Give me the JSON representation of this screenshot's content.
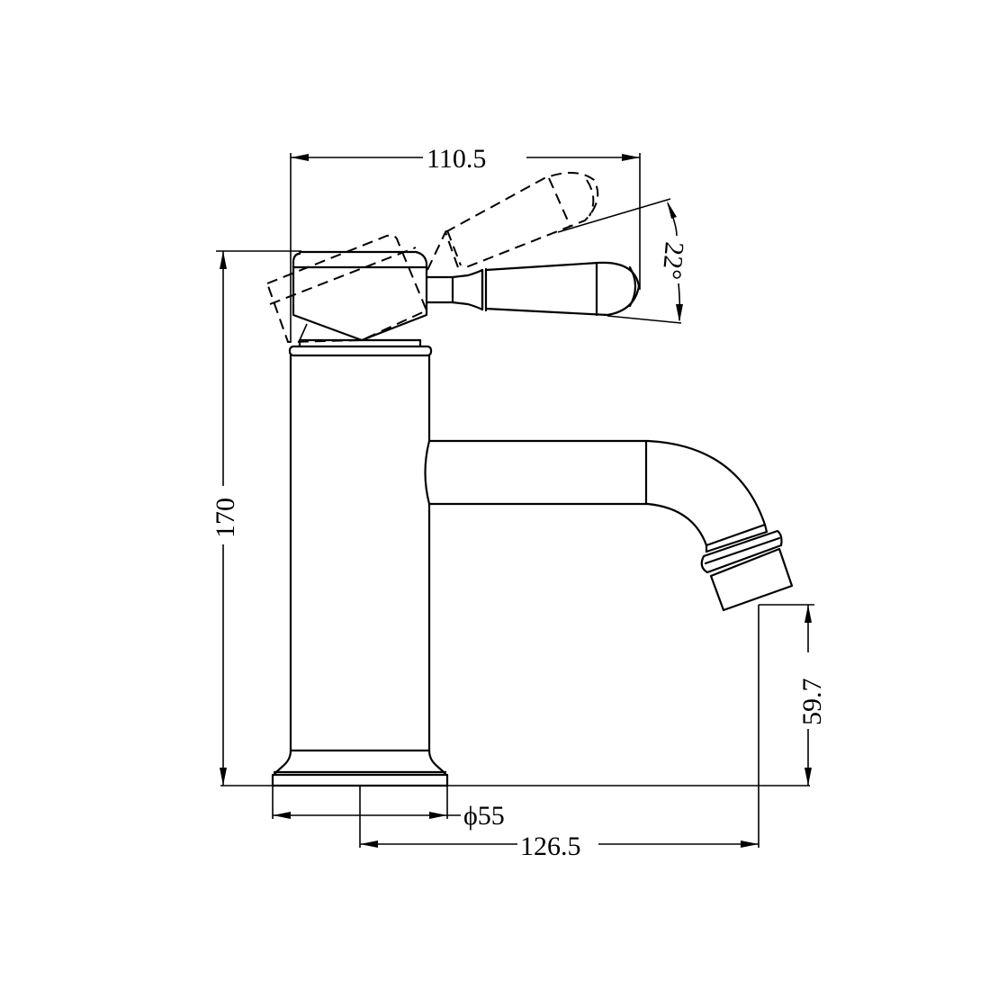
{
  "drawing": {
    "subject": "Basin mixer faucet side elevation",
    "line_color": "#000000",
    "background": "#ffffff"
  },
  "dimensions": {
    "handle_reach": {
      "label": "110.5",
      "unit": "mm"
    },
    "overall_height": {
      "label": "170",
      "unit": "mm"
    },
    "handle_angle": {
      "label": "22°",
      "unit": "deg"
    },
    "spout_outlet_height": {
      "label": "59.7",
      "unit": "mm"
    },
    "base_diameter": {
      "label": "ϕ55",
      "unit": "mm"
    },
    "spout_reach": {
      "label": "126.5",
      "unit": "mm"
    }
  }
}
